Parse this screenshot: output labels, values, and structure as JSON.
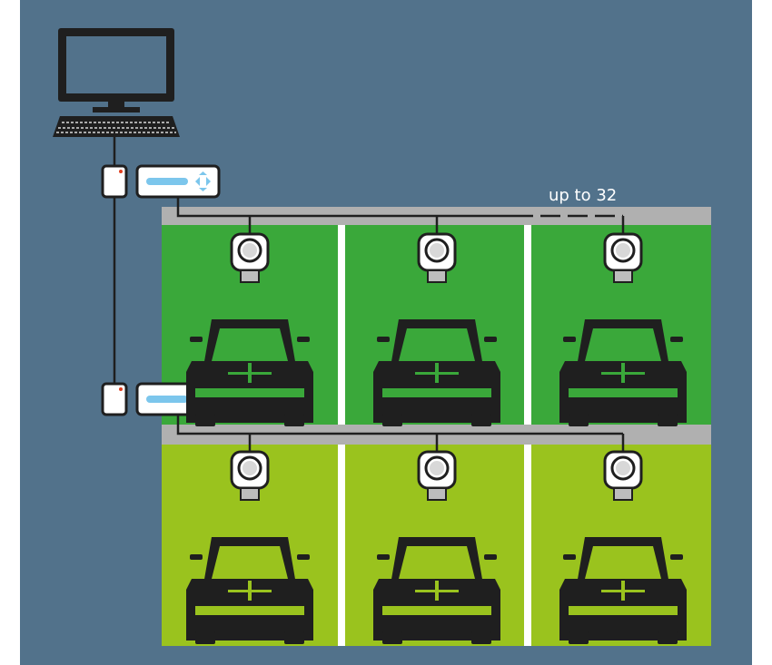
{
  "colors": {
    "background": "#52728b",
    "rail": "#b0b0b0",
    "occupied_level": "#3aa83a",
    "free_level": "#9ac31e",
    "divider": "#ffffff",
    "outline": "#1f1f1f",
    "accent": "#7cc6ec"
  },
  "capacity_label": "up to 32",
  "levels": [
    {
      "id": "upper",
      "status": "occupied",
      "bays": 3
    },
    {
      "id": "lower",
      "status": "free",
      "bays": 3
    }
  ],
  "icons": [
    "computer-icon",
    "keyboard-icon",
    "controller-icon",
    "display-unit-icon",
    "sensor-icon",
    "car-icon"
  ]
}
